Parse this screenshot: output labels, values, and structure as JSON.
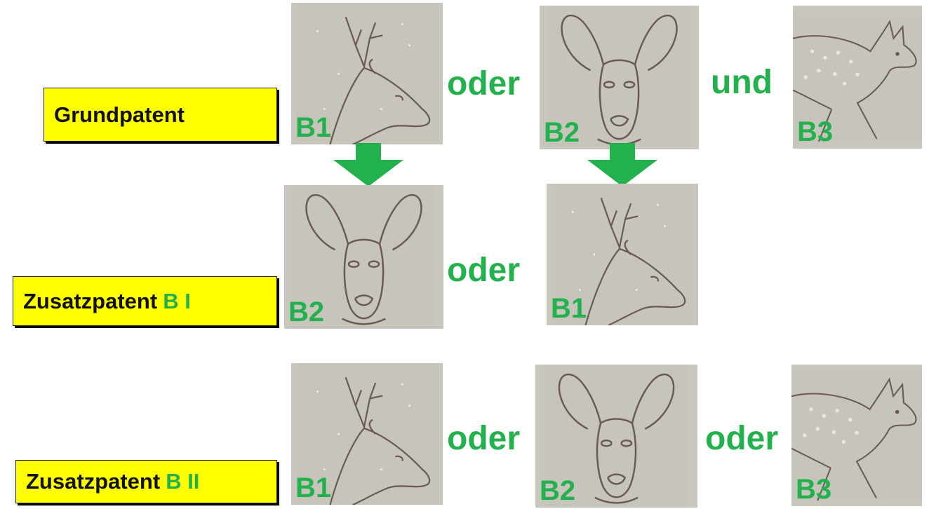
{
  "labels": {
    "grund": "Grundpatent",
    "zusatz1": "Zusatzpatent",
    "zusatz1_suffix": "B I",
    "zusatz2": "Zusatzpatent",
    "zusatz2_suffix": "B II"
  },
  "tags": {
    "b1": "B1",
    "b2": "B2",
    "b3": "B3"
  },
  "connectors": {
    "oder": "oder",
    "und": "und"
  },
  "colors": {
    "accent": "#22b14c",
    "highlight": "#ffff00",
    "tile": "#c9c6bd"
  }
}
